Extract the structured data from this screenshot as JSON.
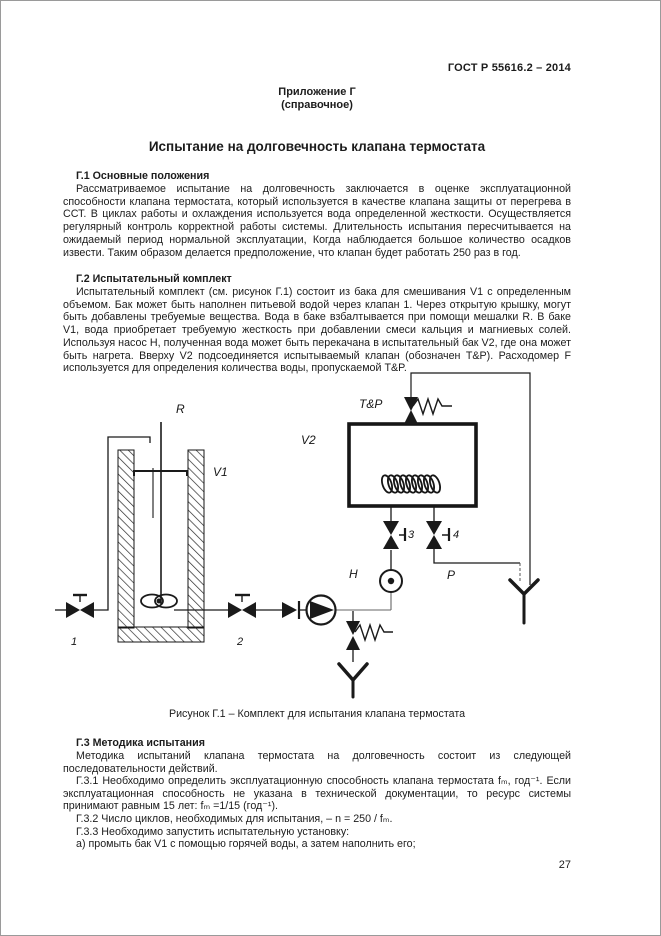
{
  "page": {
    "doc_number": "ГОСТ Р 55616.2 – 2014",
    "appendix_label": "Приложение Г",
    "appendix_kind": "(справочное)",
    "title": "Испытание на долговечность клапана термостата",
    "page_number": "27"
  },
  "sections": {
    "g1": {
      "heading": "Г.1 Основные положения",
      "body": "Рассматриваемое испытание на долговечность заключается в оценке эксплуатационной способности клапана термостата, который используется в качестве клапана защиты от перегрева в ССТ. В циклах работы и охлаждения используется вода определенной жесткости. Осуществляется регулярный контроль корректной работы системы. Длительность испытания пересчитывается на ожидаемый период нормальной эксплуатации, Когда наблюдается большое количество осадков извести. Таким образом делается предположение, что клапан будет работать 250 раз в год."
    },
    "g2": {
      "heading": "Г.2 Испытательный комплект",
      "body": "Испытательный комплект (см. рисунок Г.1) состоит из бака для смешивания V1 с определенным объемом. Бак может быть наполнен питьевой водой через клапан 1. Через открытую крышку, могут быть добавлены требуемые вещества. Вода в баке взбалтывается при помощи мешалки R. В баке V1, вода приобретает требуемую жесткость при добавлении смеси кальция и магниевых солей. Используя насос H, полученная вода может быть перекачана в испытательный бак V2, где она может быть нагрета. Вверху V2 подсоединяется испытываемый клапан (обозначен T&P). Расходомер F используется для определения количества воды, пропускаемой T&P."
    },
    "g3": {
      "heading": "Г.3 Методика испытания",
      "paragraphs": [
        "Методика испытаний клапана термостата на долговечность состоит из следующей последовательности действий.",
        "Г.3.1 Необходимо определить эксплуатационную способность клапана термостата fₘ, год⁻¹. Если эксплуатационная способность не указана в технической документации, то ресурс системы принимают равным 15 лет:  fₘ =1/15 (год⁻¹).",
        "Г.3.2 Число циклов, необходимых для испытания, – n = 250 / fₘ.",
        "Г.3.3 Необходимо запустить испытательную установку:",
        "а) промыть бак V1 с помощью горячей воды, а затем наполнить его;"
      ]
    }
  },
  "figure": {
    "caption": "Рисунок Г.1 – Комплект для испытания клапана термостата",
    "labels": {
      "r": "R",
      "v1": "V1",
      "v2": "V2",
      "tp": "T&P",
      "h": "H",
      "p": "P",
      "valve1": "1",
      "valve2": "2",
      "valve3": "3",
      "valve4": "4"
    }
  }
}
